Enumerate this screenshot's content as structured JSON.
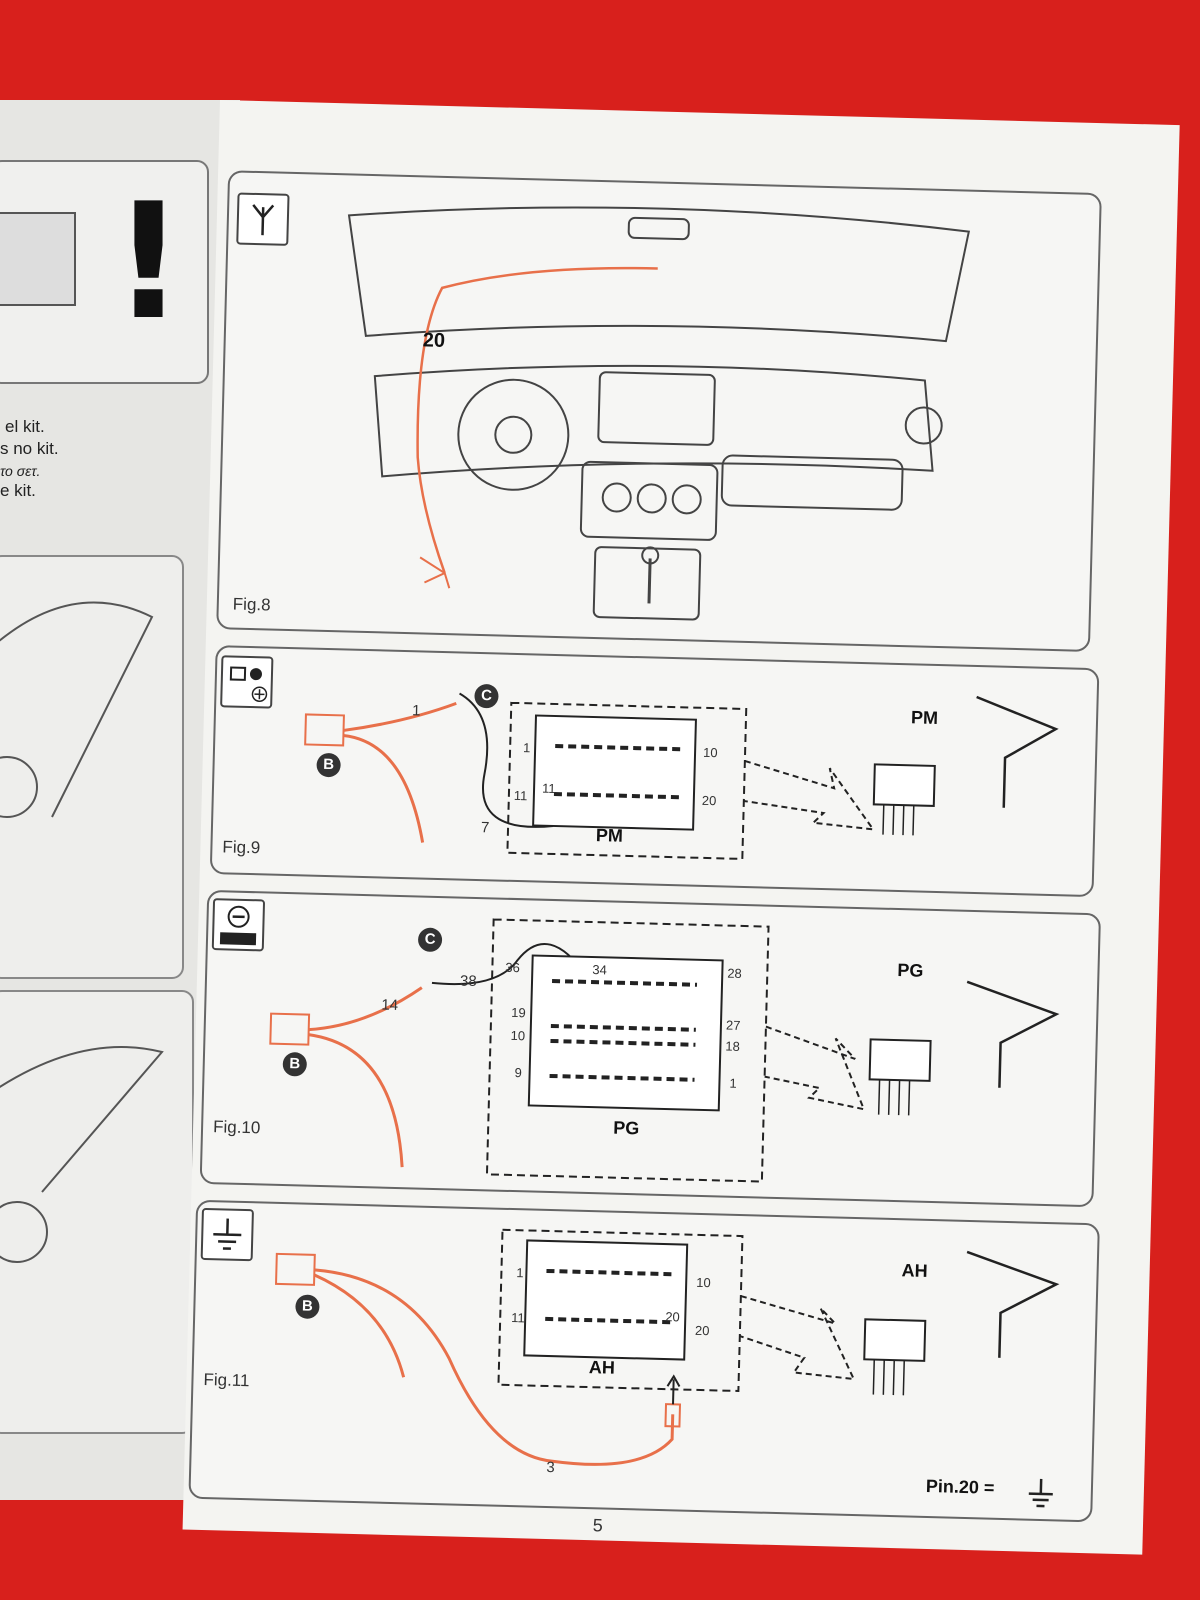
{
  "left_page": {
    "lines": [
      "el kit.",
      "s no kit.",
      "το σετ.",
      "e kit."
    ]
  },
  "fig8": {
    "caption": "Fig.8",
    "wire_number": "20"
  },
  "fig9": {
    "caption": "Fig.9",
    "connector_label": "PM",
    "connector_label_3d": "PM",
    "wire_1": "1",
    "wire_7": "7",
    "harness_marker": "B",
    "splice_marker": "C",
    "pins": [
      "1",
      "10",
      "11",
      "11",
      "20"
    ]
  },
  "fig10": {
    "caption": "Fig.10",
    "connector_label": "PG",
    "connector_label_3d": "PG",
    "wire_14": "14",
    "wire_38": "38",
    "harness_marker": "B",
    "splice_marker": "C",
    "pins": [
      "36",
      "34",
      "28",
      "19",
      "27",
      "10",
      "18",
      "9",
      "1"
    ]
  },
  "fig11": {
    "caption": "Fig.11",
    "connector_label": "AH",
    "connector_label_3d": "AH",
    "wire_3": "3",
    "harness_marker": "B",
    "pins": [
      "1",
      "10",
      "11",
      "20",
      "20"
    ],
    "note": "Pin.20 ="
  },
  "page_number": "5",
  "colors": {
    "wire": "#e8704a",
    "background": "#d8201c",
    "paper": "#f4f4f1"
  }
}
